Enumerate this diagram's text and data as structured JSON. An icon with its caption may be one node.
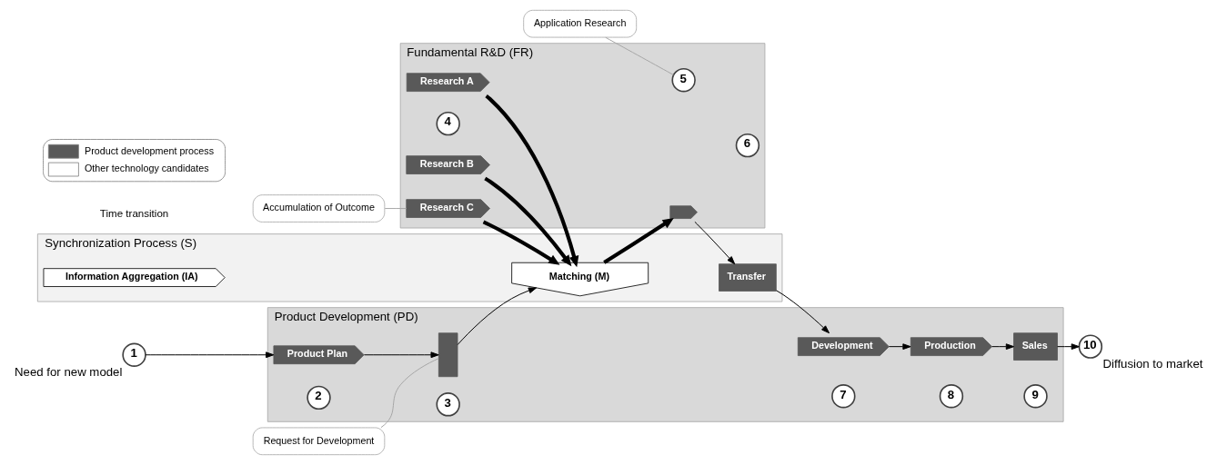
{
  "diagram": {
    "nodes": [
      {
        "text": [
          "Product Development (PD)"
        ]
      },
      {
        "text": [
          "Synchronization Process (S)"
        ]
      },
      {
        "text": [
          "Fundamental R&D (FR)"
        ]
      },
      {
        "text": [
          "1"
        ],
        "beside": [
          "Need for new model"
        ]
      },
      {
        "text": [
          "Product Plan"
        ],
        "in": 0
      },
      {
        "text": [
          "2"
        ],
        "in": 0
      },
      {
        "text": [],
        "shape": "bar",
        "in": 0
      },
      {
        "text": [
          "3"
        ],
        "in": 0
      },
      {
        "text": [
          "Request for Development"
        ]
      },
      {
        "text": [
          "Development"
        ],
        "in": 0
      },
      {
        "text": [
          "7"
        ],
        "in": 0
      },
      {
        "text": [
          "Production"
        ],
        "in": 0
      },
      {
        "text": [
          "8"
        ],
        "in": 0
      },
      {
        "text": [
          "Sales"
        ],
        "in": 0
      },
      {
        "text": [
          "9"
        ],
        "in": 0
      },
      {
        "text": [
          "10"
        ],
        "beside": [
          "Diffusion to market"
        ]
      },
      {
        "text": [
          "Information Aggregation (IA)"
        ],
        "in": 1
      },
      {
        "text": [
          "Matching (M)"
        ],
        "in": 1
      },
      {
        "text": [
          "Transfer"
        ],
        "in": 1
      },
      {
        "text": [
          "Research A"
        ],
        "in": 2
      },
      {
        "text": [
          "4"
        ],
        "in": 2
      },
      {
        "text": [
          "Research B"
        ],
        "in": 2
      },
      {
        "text": [
          "Research C"
        ],
        "in": 2
      },
      {
        "text": [],
        "shape": "box",
        "in": 2
      },
      {
        "text": [
          "5"
        ],
        "in": 2
      },
      {
        "text": [
          "6"
        ],
        "in": 2
      },
      {
        "text": [
          "Accumulation of Outcome"
        ]
      },
      {
        "text": [
          "Application Research"
        ]
      }
    ],
    "edges": [
      {
        "from": 3,
        "to": 4,
        "arrow": "to"
      },
      {
        "from": 4,
        "to": 6,
        "arrow": "to"
      },
      {
        "from": 6,
        "to": 17,
        "arrow": "to"
      },
      {
        "from": 8,
        "to": 6,
        "arrow": "none",
        "color": "#a6a6a6"
      },
      {
        "from": 19,
        "to": 17,
        "arrow": "to",
        "style": "thick"
      },
      {
        "from": 21,
        "to": 17,
        "arrow": "to",
        "style": "thick"
      },
      {
        "from": 22,
        "to": 17,
        "arrow": "to",
        "style": "thick"
      },
      {
        "from": 26,
        "to": 22,
        "arrow": "none",
        "color": "#a6a6a6"
      },
      {
        "from": 17,
        "to": 23,
        "arrow": "to",
        "style": "thick"
      },
      {
        "from": 27,
        "to": 24,
        "arrow": "none",
        "color": "#a6a6a6"
      },
      {
        "from": 23,
        "to": 18,
        "arrow": "to"
      },
      {
        "from": 18,
        "to": 9,
        "arrow": "to"
      },
      {
        "from": 9,
        "to": 11,
        "arrow": "to"
      },
      {
        "from": 11,
        "to": 13,
        "arrow": "to"
      },
      {
        "from": 13,
        "to": 15,
        "arrow": "to"
      }
    ],
    "labels": [
      "Time transition"
    ],
    "legend": [
      {
        "text": "Product development process",
        "color": "#595959"
      },
      {
        "text": "Other technology candidates",
        "color": "#ffffff"
      }
    ]
  }
}
